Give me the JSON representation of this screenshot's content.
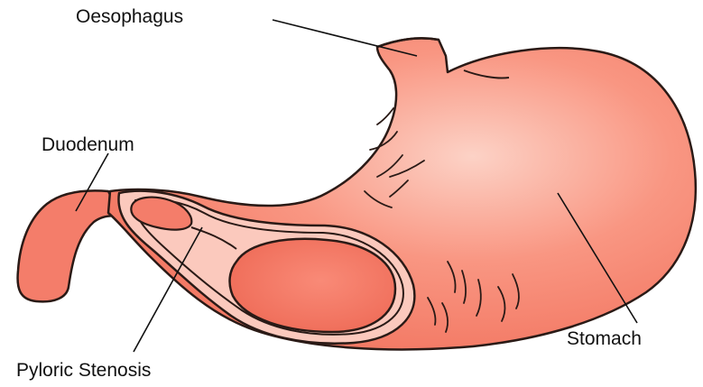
{
  "labels": {
    "oesophagus": "Oesophagus",
    "duodenum": "Duodenum",
    "stomach": "Stomach",
    "pyloric_stenosis": "Pyloric Stenosis"
  },
  "colors": {
    "stomach_fill": "#f47d6a",
    "stomach_highlight": "#fcd2c6",
    "pylorus_fill": "#fbc9bd",
    "outline": "#2a1a16",
    "label_text": "#111111"
  }
}
